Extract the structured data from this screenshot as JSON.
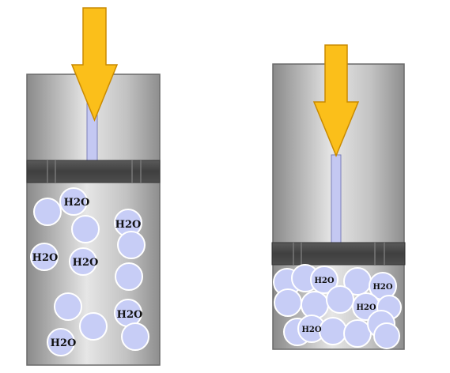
{
  "left_cylinder": {
    "labels": [
      "H2O",
      "H2O",
      "H2O",
      "H2O",
      "H2O",
      "H2O"
    ]
  },
  "right_cylinder": {
    "labels": [
      "H2O",
      "H2O",
      "H2O",
      "H2O"
    ]
  },
  "colors": {
    "arrow": "#FBBF1A",
    "arrow_stroke": "#C98A00",
    "molecule_fill": "#C7CDF6",
    "molecule_stroke": "#FFFFFF",
    "piston": "#4E4E4E",
    "rod": "#C4C8F2",
    "cylinder_dark": "#8C8C8C",
    "cylinder_light": "#E4E4E4"
  }
}
